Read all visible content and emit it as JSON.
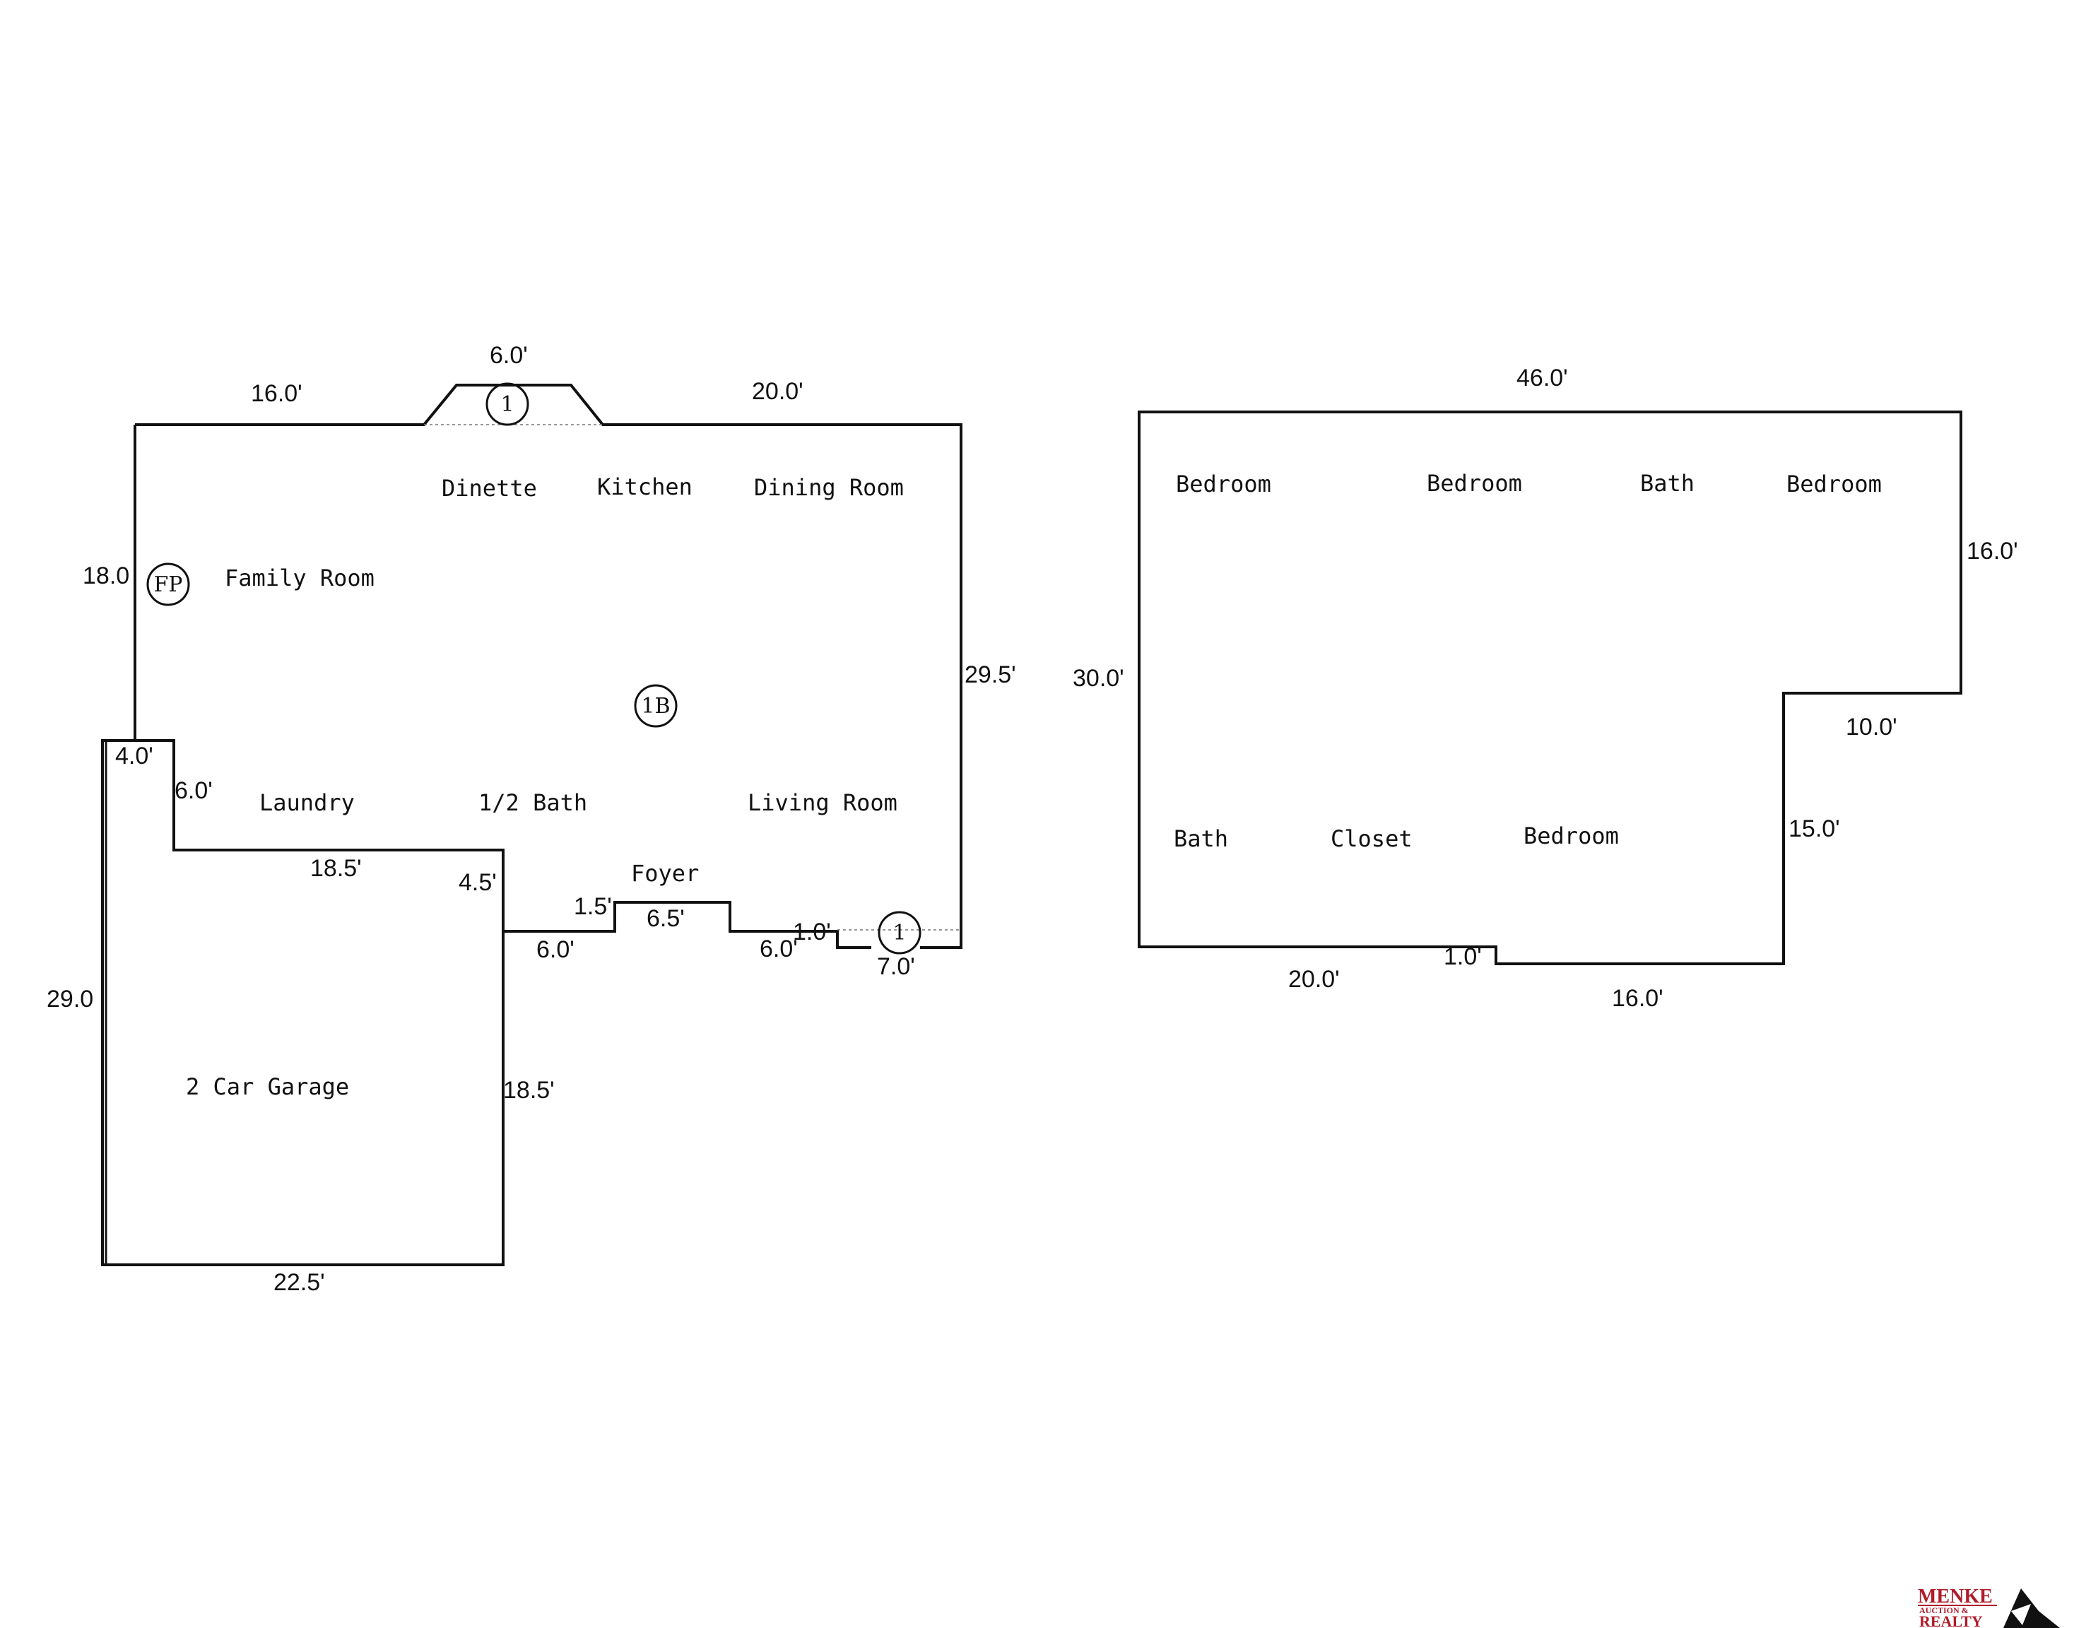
{
  "first_floor": {
    "rooms": {
      "dinette": "Dinette",
      "kitchen": "Kitchen",
      "dining_room": "Dining Room",
      "family_room": "Family Room",
      "laundry": "Laundry",
      "half_bath": "1/2 Bath",
      "living_room": "Living Room",
      "foyer": "Foyer",
      "garage": "2 Car Garage"
    },
    "markers": {
      "bay_top": "1",
      "fireplace": "FP",
      "floor_center": "1B",
      "bay_bottom": "1"
    },
    "dimensions": {
      "top_left": "16.0'",
      "bay_width": "6.0'",
      "top_right": "20.0'",
      "left_upper": "18.0",
      "right_side": "29.5'",
      "garage_notch_width": "4.0'",
      "garage_notch_height": "6.0'",
      "garage_top": "18.5'",
      "garage_right_upper": "4.5'",
      "step_up": "1.5'",
      "foyer_width": "6.5'",
      "front_left": "6.0'",
      "front_right": "6.0'",
      "step_down": "1.0'",
      "bay_bottom_width": "7.0'",
      "garage_left": "29.0",
      "garage_right": "18.5'",
      "garage_bottom": "22.5'"
    }
  },
  "second_floor": {
    "rooms": {
      "bedroom_1": "Bedroom",
      "bedroom_2": "Bedroom",
      "bath_top": "Bath",
      "bedroom_3": "Bedroom",
      "bath_bottom": "Bath",
      "closet": "Closet",
      "bedroom_4": "Bedroom"
    },
    "dimensions": {
      "top": "46.0'",
      "right_upper": "16.0'",
      "left": "30.0'",
      "notch_width": "10.0'",
      "right_lower": "15.0'",
      "bottom_left": "20.0'",
      "bottom_step": "1.0'",
      "bottom_right": "16.0'"
    }
  },
  "logo": {
    "line1": "MENKE",
    "line2": "AUCTION &",
    "line3": "REALTY",
    "brand_color": "#b01c2a"
  }
}
